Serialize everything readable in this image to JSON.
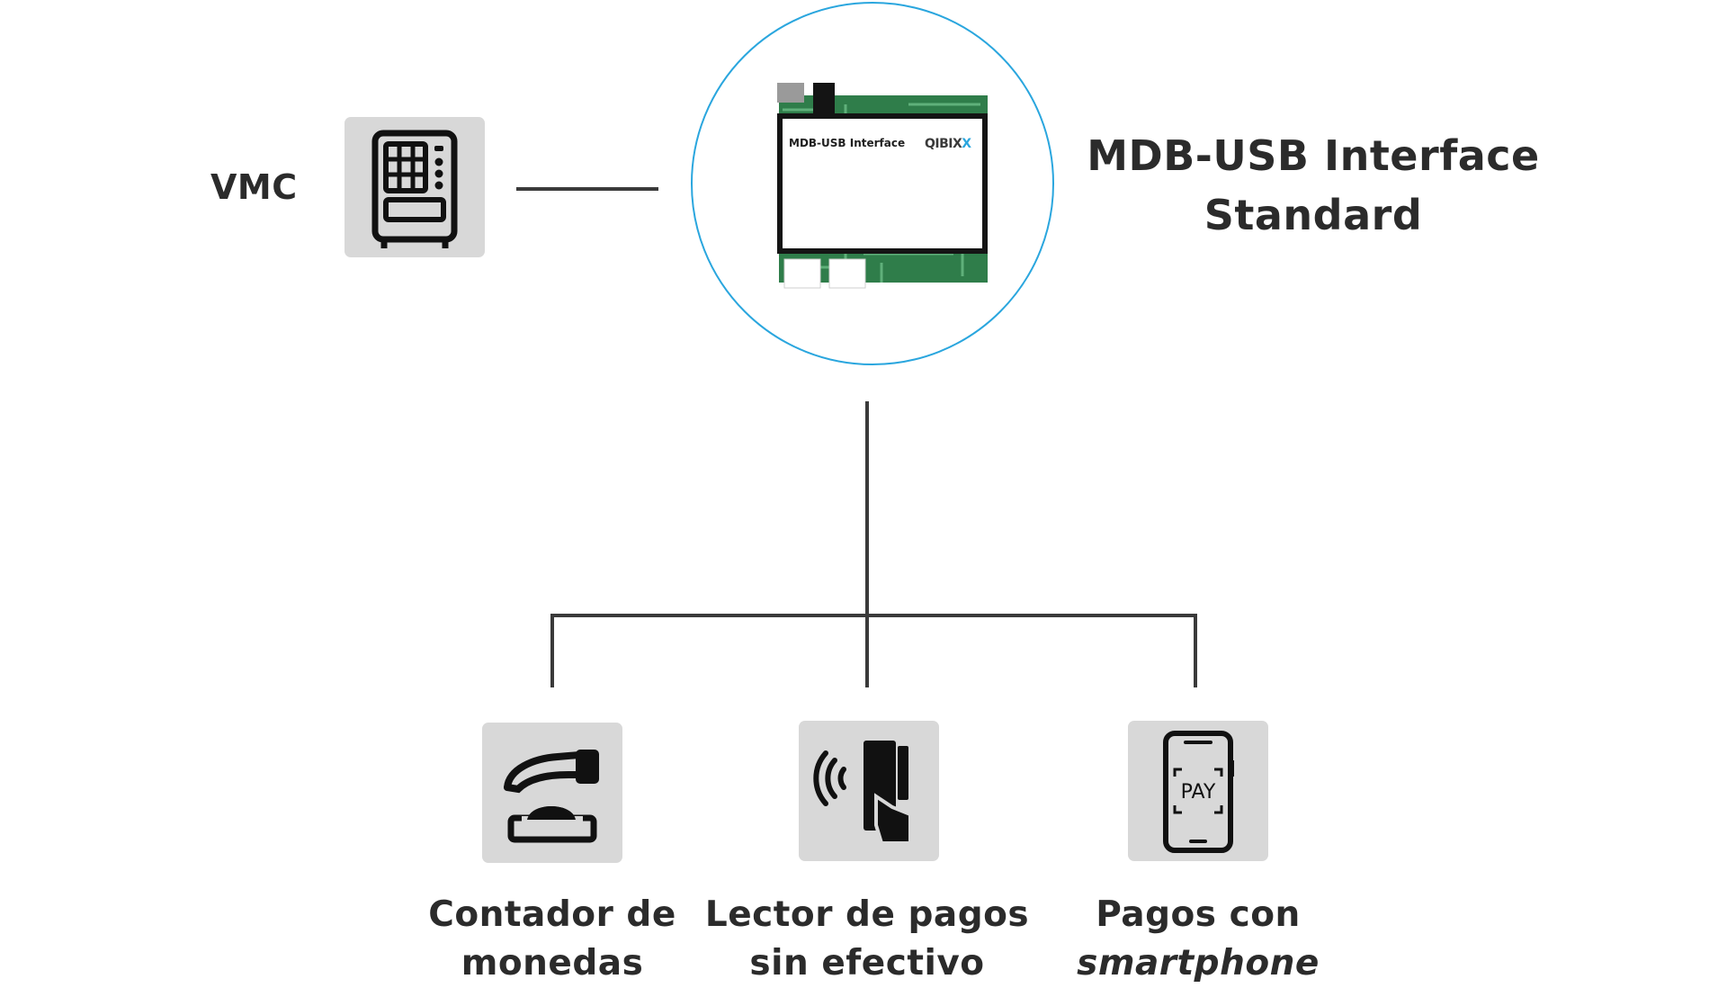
{
  "diagram": {
    "center": {
      "title_line1": "MDB-USB Interface",
      "title_line2": "Standard",
      "board_label": "MDB-USB Interface",
      "board_brand_text": "QIBIX",
      "board_brand_accent": "X",
      "board_silk_label": "QIBIXX",
      "circle_color": "#2aa6de"
    },
    "left": {
      "label": "VMC",
      "icon": "vending-machine-icon"
    },
    "bottom": [
      {
        "line1": "Contador de",
        "line2": "monedas",
        "icon": "coin-counter-icon",
        "line2_italic": false
      },
      {
        "line1": "Lector de pagos",
        "line2": "sin efectivo",
        "icon": "contactless-card-reader-icon",
        "line2_italic": false
      },
      {
        "line1": "Pagos con",
        "line2": "smartphone",
        "icon": "smartphone-pay-icon",
        "line2_italic": true,
        "screen_text": "PAY"
      }
    ],
    "colors": {
      "text": "#2b2b2b",
      "tile": "#d8d8d8",
      "board_green": "#2f7d4a",
      "connector": "#3a3a3a"
    }
  }
}
